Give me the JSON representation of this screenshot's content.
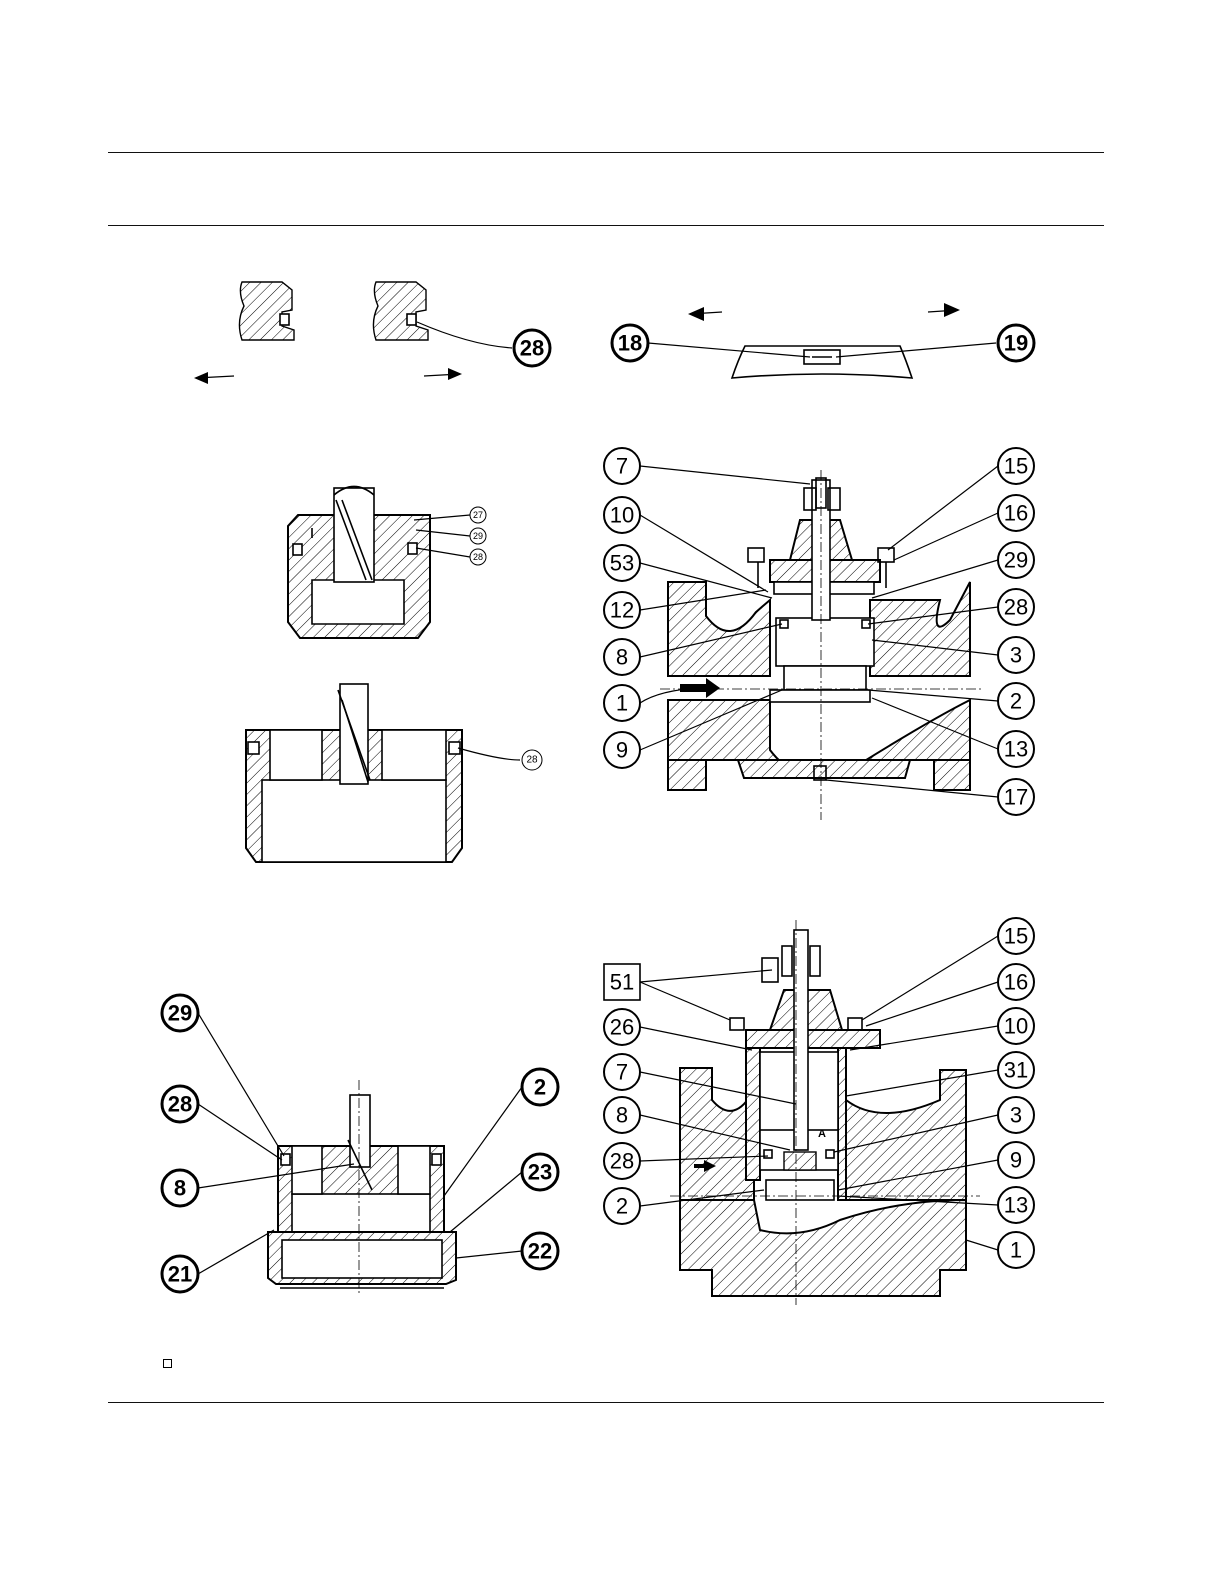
{
  "callouts": {
    "detail_a": {
      "c28": "28"
    },
    "detail_b": {
      "c18": "18",
      "c19": "19"
    },
    "plug_small": {
      "c27": "27",
      "c29": "29",
      "c28": "28"
    },
    "plug_large": {
      "c28": "28"
    },
    "valve_a": {
      "c7": "7",
      "c10": "10",
      "c53": "53",
      "c12": "12",
      "c8": "8",
      "c1": "1",
      "c9": "9",
      "c15": "15",
      "c16": "16",
      "c29": "29",
      "c28": "28",
      "c3": "3",
      "c2": "2",
      "c13": "13",
      "c17": "17"
    },
    "plug_seat": {
      "c29": "29",
      "c28": "28",
      "c8": "8",
      "c21": "21",
      "c2": "2",
      "c23": "23",
      "c22": "22"
    },
    "valve_b": {
      "c51": "51",
      "c26": "26",
      "c7": "7",
      "c8": "8",
      "c28": "28",
      "c2": "2",
      "c15": "15",
      "c16": "16",
      "c10": "10",
      "c31": "31",
      "c3": "3",
      "c9": "9",
      "c13": "13",
      "c1": "1",
      "port": "A"
    }
  },
  "colors": {
    "ink": "#000000",
    "paper": "#ffffff"
  }
}
